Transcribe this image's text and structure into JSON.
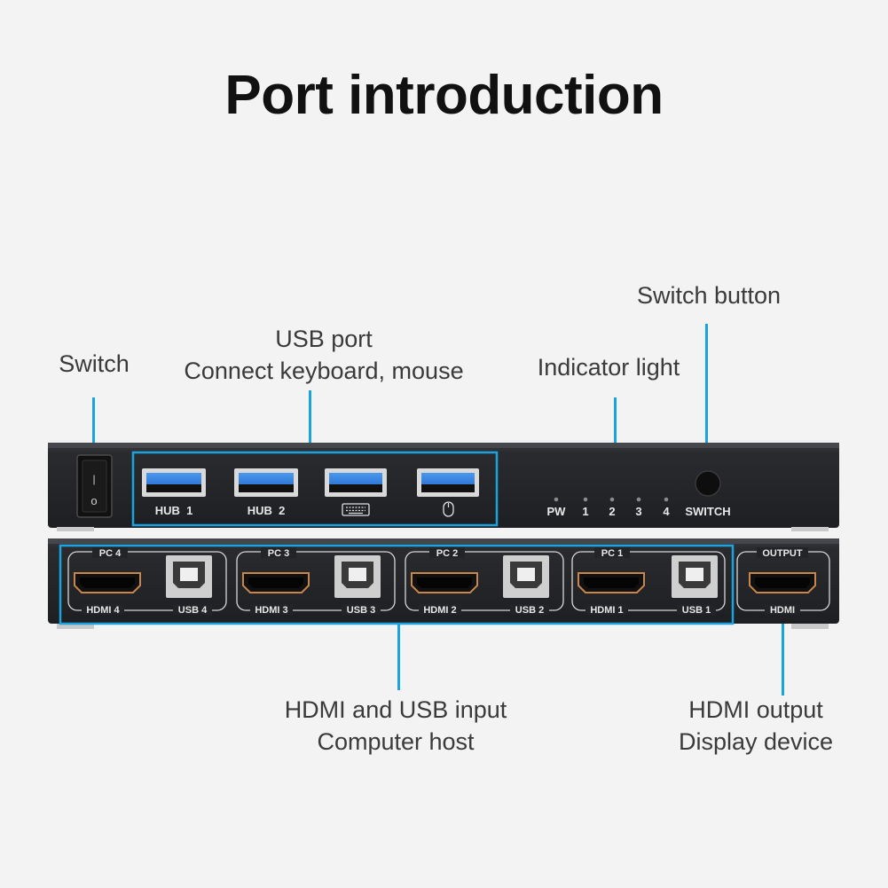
{
  "title": "Port introduction",
  "callouts": {
    "switch": "Switch",
    "usb_port_line1": "USB port",
    "usb_port_line2": "Connect keyboard, mouse",
    "indicator_light": "Indicator light",
    "switch_button": "Switch button",
    "hdmi_usb_input_line1": "HDMI and USB input",
    "hdmi_usb_input_line2": "Computer host",
    "hdmi_output_line1": "HDMI output",
    "hdmi_output_line2": "Display device"
  },
  "front_panel": {
    "power_on_symbol": "|",
    "power_off_symbol": "o",
    "hub1": "HUB  1",
    "hub2": "HUB  2",
    "indicators": [
      "PW",
      "1",
      "2",
      "3",
      "4"
    ],
    "switch_label": "SWITCH"
  },
  "rear_panel": {
    "inputs": [
      {
        "pc": "PC 4",
        "hdmi": "HDMI 4",
        "usb": "USB 4"
      },
      {
        "pc": "PC 3",
        "hdmi": "HDMI 3",
        "usb": "USB 3"
      },
      {
        "pc": "PC 2",
        "hdmi": "HDMI 2",
        "usb": "USB 2"
      },
      {
        "pc": "PC 1",
        "hdmi": "HDMI 1",
        "usb": "USB 1"
      }
    ],
    "output_label": "OUTPUT",
    "output_hdmi": "HDMI"
  },
  "colors": {
    "accent": "#1ba3e0",
    "usb3_blue": "#2a78d8",
    "device_body": "#26272a",
    "hdmi_gold": "#c8864a"
  }
}
